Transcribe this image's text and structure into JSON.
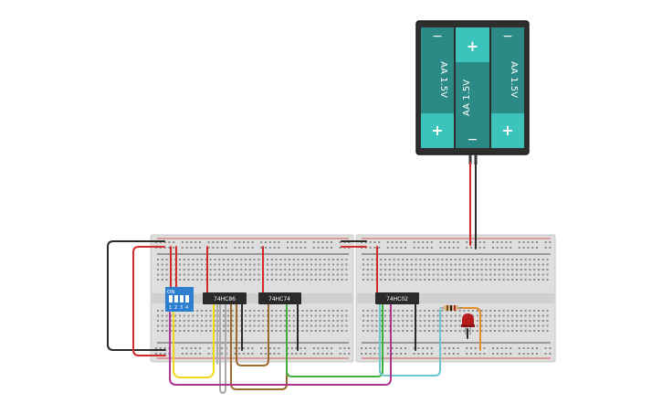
{
  "battery_pack": {
    "cells": [
      {
        "label": "AA 1.5V",
        "top_terminal": "−",
        "bottom_terminal": "+"
      },
      {
        "label": "AA 1.5V",
        "top_terminal": "+",
        "bottom_terminal": "−"
      },
      {
        "label": "AA 1.5V",
        "top_terminal": "−",
        "bottom_terminal": "+"
      }
    ]
  },
  "dip_switch": {
    "header": "ON",
    "numbers": [
      "1",
      "2",
      "3",
      "4"
    ]
  },
  "chips": [
    {
      "id": "chip-1",
      "label": "74HC86"
    },
    {
      "id": "chip-2",
      "label": "74HC74"
    },
    {
      "id": "chip-3",
      "label": "74HC02"
    }
  ],
  "colors": {
    "wire_red": "#d22b2b",
    "wire_black": "#2b2b2b",
    "wire_yellow": "#f2d91a",
    "wire_gray": "#a9a9a9",
    "wire_brown": "#9b6a2f",
    "wire_green": "#3fae3f",
    "wire_cyan": "#6cc8cc",
    "wire_magenta": "#b03590",
    "wire_orange": "#e3902c",
    "battery_teal": "#2b8a86",
    "battery_light": "#3cc3bb",
    "dip_blue": "#2f7fd0",
    "led": "#b71c1c"
  }
}
